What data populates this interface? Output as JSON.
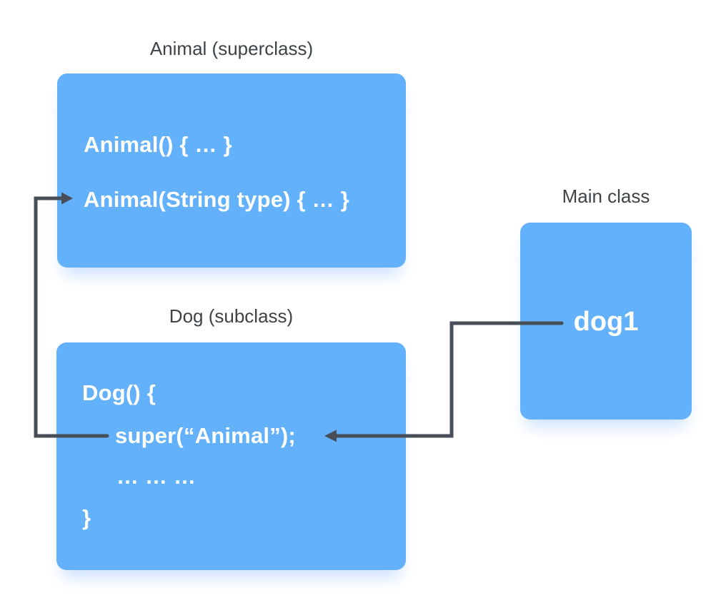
{
  "diagram": {
    "colors": {
      "box_fill": "#64b1fb",
      "connector": "#474e57",
      "label_text": "#3d4347",
      "code_text": "#ffffff"
    },
    "superclass": {
      "label": "Animal (superclass)",
      "lines": [
        "Animal() { … }",
        "Animal(String type) { … }"
      ]
    },
    "subclass": {
      "label": "Dog (subclass)",
      "lines": [
        "Dog() {",
        "super(“Animal”);",
        "… … …",
        "}"
      ]
    },
    "main": {
      "label": "Main class",
      "lines": [
        "dog1"
      ]
    },
    "arrows": [
      {
        "name": "super-call-to-animal-constructor",
        "from": "super(“Animal”);",
        "to": "Animal(String type) { … }"
      },
      {
        "name": "dog1-to-super-call",
        "from": "dog1",
        "to": "super(“Animal”);"
      }
    ]
  }
}
